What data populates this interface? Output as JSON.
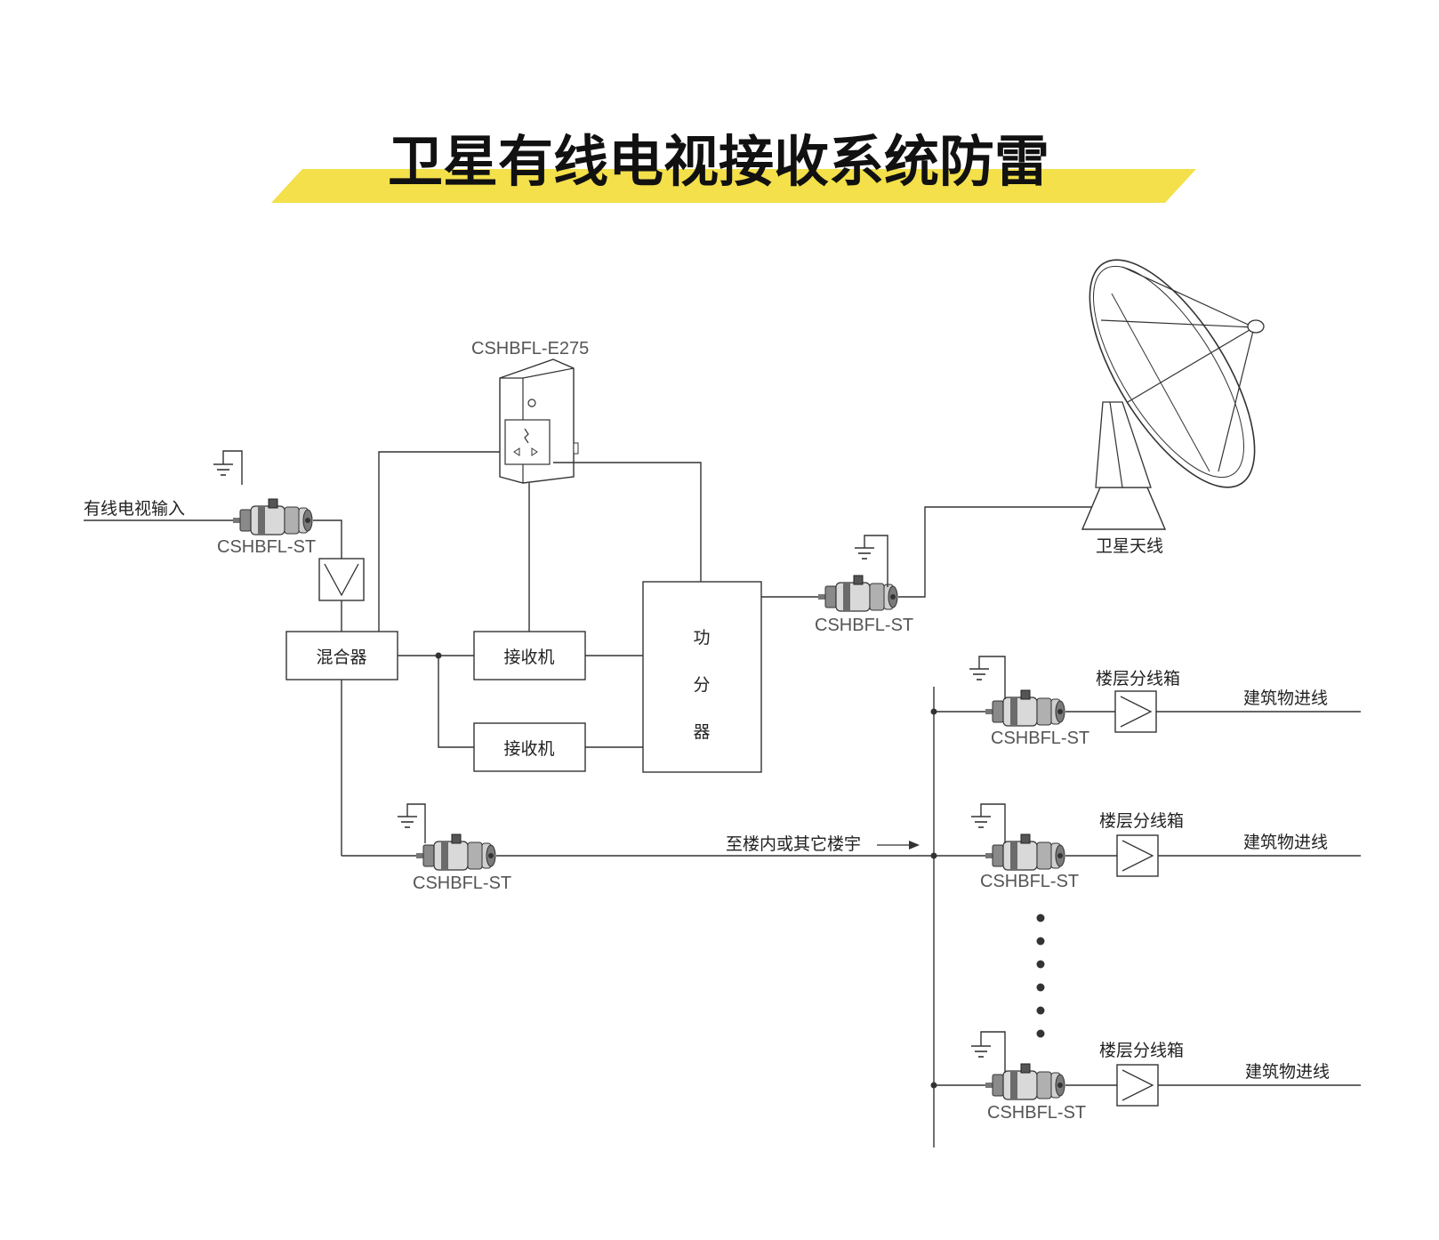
{
  "title": "卫星有线电视接收系统防雷",
  "accent_color": "#f3e04a",
  "line_color": "#333333",
  "labels": {
    "cable_tv_input": "有线电视输入",
    "mixer": "混合器",
    "receiver_1": "接收机",
    "receiver_2": "接收机",
    "power_divider_1": "功",
    "power_divider_2": "分",
    "power_divider_3": "器",
    "satellite_antenna": "卫星天线",
    "to_other_buildings": "至楼内或其它楼宇",
    "floor_box": "楼层分线箱",
    "building_entry": "建筑物进线"
  },
  "models": {
    "power_socket_protector": "CSHBFL-E275",
    "coax_protector": "CSHBFL-ST"
  },
  "icons": {
    "ground": "ground-icon",
    "coax_protector": "coax-surge-protector-icon",
    "socket_protector": "socket-surge-protector-icon",
    "satellite_dish": "satellite-dish-icon",
    "amplifier": "amplifier-triangle-icon"
  }
}
